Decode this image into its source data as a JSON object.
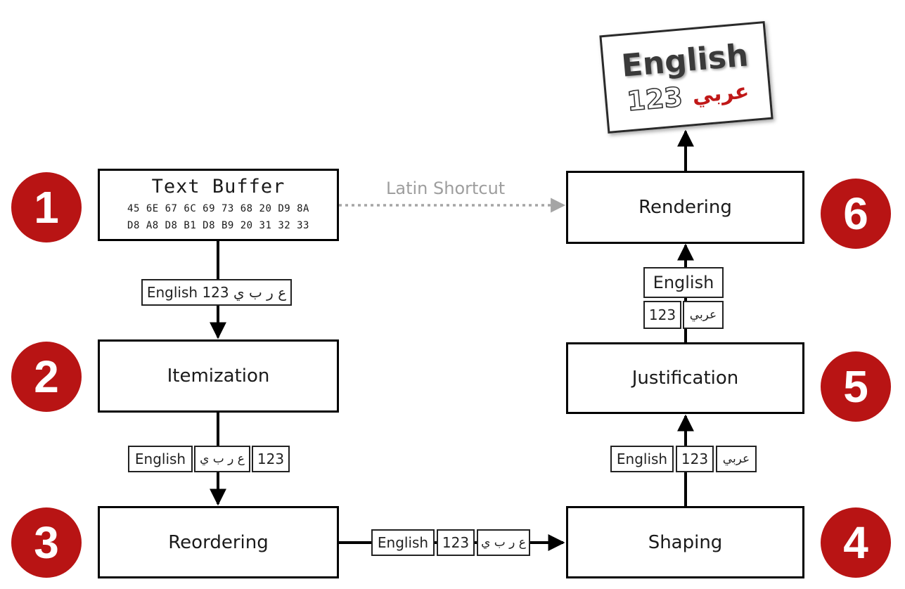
{
  "steps": [
    {
      "number": "1"
    },
    {
      "number": "2",
      "label": "Itemization"
    },
    {
      "number": "3",
      "label": "Reordering"
    },
    {
      "number": "4",
      "label": "Shaping"
    },
    {
      "number": "5",
      "label": "Justification"
    },
    {
      "number": "6",
      "label": "Rendering"
    }
  ],
  "text_buffer": {
    "title": "Text Buffer",
    "hex_rows": [
      "45 6E 67 6C 69 73 68 20 D9 8A",
      "D8 A8 D8 B1 D8 B9 20 31 32 33"
    ]
  },
  "shortcut_label": "Latin Shortcut",
  "chips": {
    "buffer_to_itemization": "English ع ر ب ي 123",
    "itemization_to_reordering": [
      "English",
      "ع ر ب ي",
      "123"
    ],
    "reordering_to_shaping": [
      "English",
      "123",
      "ع ر ب ي"
    ],
    "shaping_to_justification": [
      "English",
      "123",
      "عربي"
    ],
    "justification_to_rendering": {
      "line1": "English",
      "line2": [
        "123",
        "عربي"
      ]
    }
  },
  "output": {
    "english": "English",
    "number": "123",
    "arabic": "عربي"
  },
  "colors": {
    "badge": "#b81414",
    "arabic_text": "#c01818",
    "shortcut": "#9e9e9e"
  }
}
